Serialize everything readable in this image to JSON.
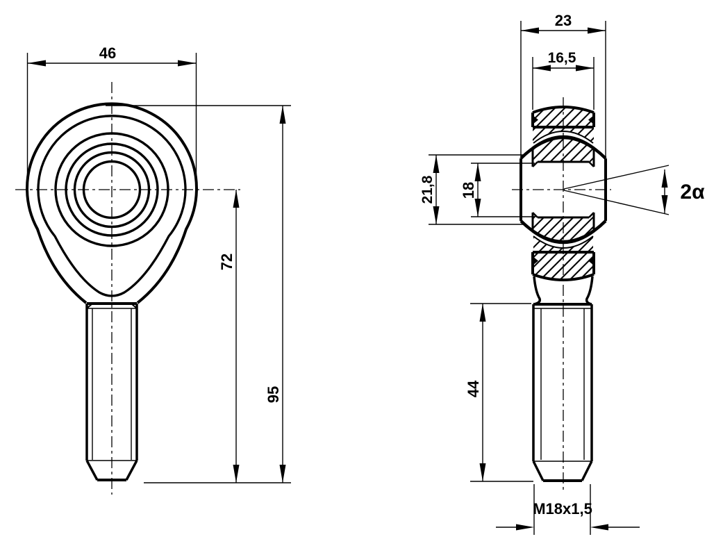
{
  "drawing": {
    "type": "technical-drawing",
    "part": "rod-end-bearing",
    "line_color": "#000000",
    "background": "#ffffff",
    "dimensions": {
      "eye_width": "46",
      "center_to_end": "72",
      "overall_length": "95",
      "head_width": "23",
      "ball_width": "16,5",
      "ball_face_diameter": "21,8",
      "bore_diameter": "18",
      "tilt_angle": "2α",
      "thread_length": "44",
      "thread_designation": "M18x1,5"
    }
  }
}
